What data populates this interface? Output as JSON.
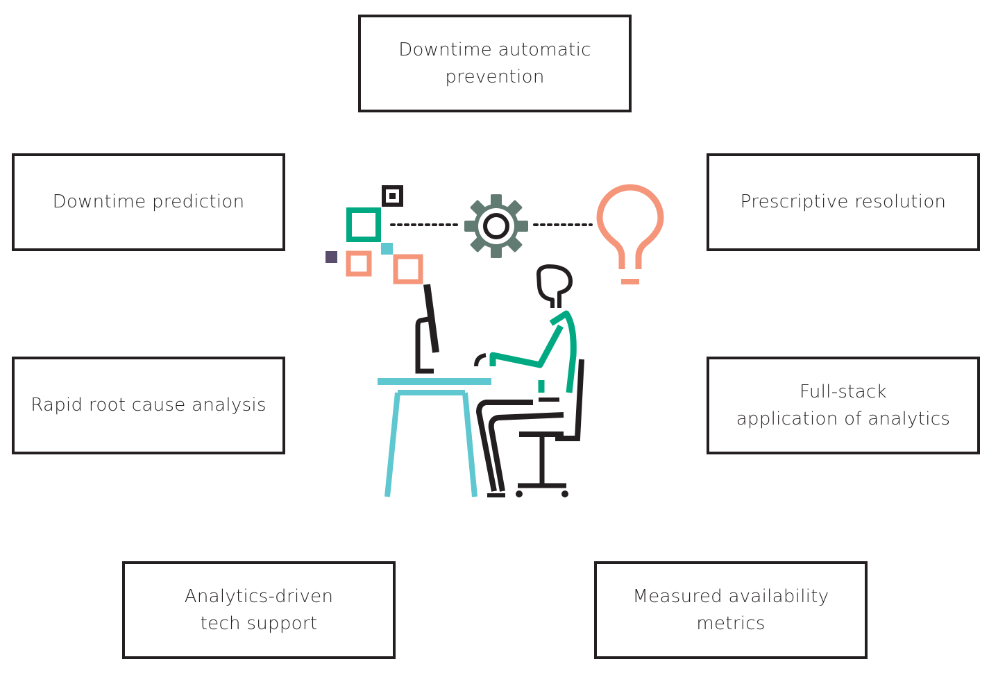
{
  "boxes": {
    "top": "Downtime automatic\nprevention",
    "left_1": "Downtime prediction",
    "right_1": "Prescriptive resolution",
    "left_2": "Rapid root cause analysis",
    "right_2": "Full-stack\napplication of analytics",
    "bottom_left": "Analytics-driven\ntech support",
    "bottom_right": "Measured availability\nmetrics"
  },
  "illustration": {
    "icons": [
      "data-squares-icon",
      "gear-icon",
      "lightbulb-icon",
      "person-at-desk-icon"
    ],
    "colors": {
      "dark": "#231f20",
      "green": "#01a982",
      "teal": "#5ec7d0",
      "salmon": "#f5957a",
      "gray": "#617a72",
      "purple": "#5a4c6c"
    }
  }
}
